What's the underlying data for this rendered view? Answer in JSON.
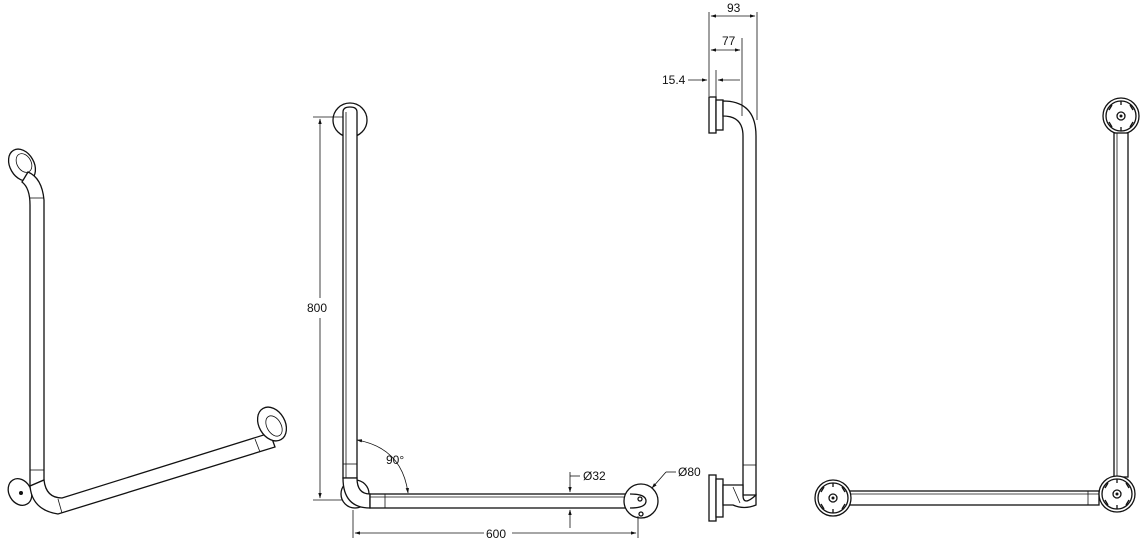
{
  "dimensions": {
    "width_top": "93",
    "width_inner": "77",
    "wall_thickness": "15.4",
    "height": "800",
    "angle": "90°",
    "tube_diameter": "Ø32",
    "flange_diameter": "Ø80",
    "length": "600"
  },
  "colors": {
    "line": "#111111",
    "background": "#ffffff"
  }
}
